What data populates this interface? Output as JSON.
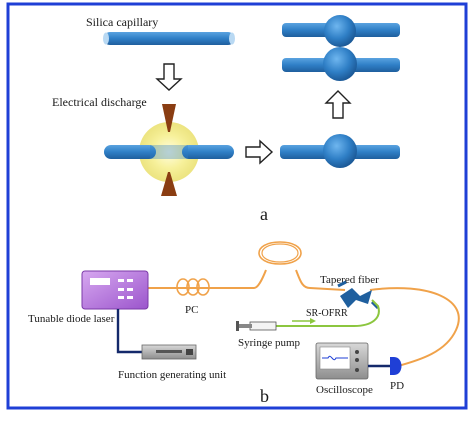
{
  "panel_a": {
    "label": "a",
    "silica_capillary": "Silica capillary",
    "electrical_discharge": "Electrical discharge"
  },
  "panel_b": {
    "label": "b",
    "tapered_fiber": "Tapered fiber",
    "pc": "PC",
    "sr_ofrr": "SR-OFRR",
    "tunable_diode_laser": "Tunable diode laser",
    "syringe_pump": "Syringe pump",
    "function_generating_unit": "Function generating unit",
    "oscilloscope": "Oscilloscope",
    "pd": "PD"
  },
  "colors": {
    "border": "#1f3fd6",
    "capillary": "#2f7fc6",
    "capillary_dark": "#1f5f9e",
    "glow": "#f4ef9a",
    "electrode": "#8a3d12",
    "laser_box": "#b06ad8",
    "orange_fiber": "#f0a24a",
    "green_tube": "#8cc63f",
    "navy_wire": "#14296b",
    "device_gray": "#9a9a9a"
  }
}
